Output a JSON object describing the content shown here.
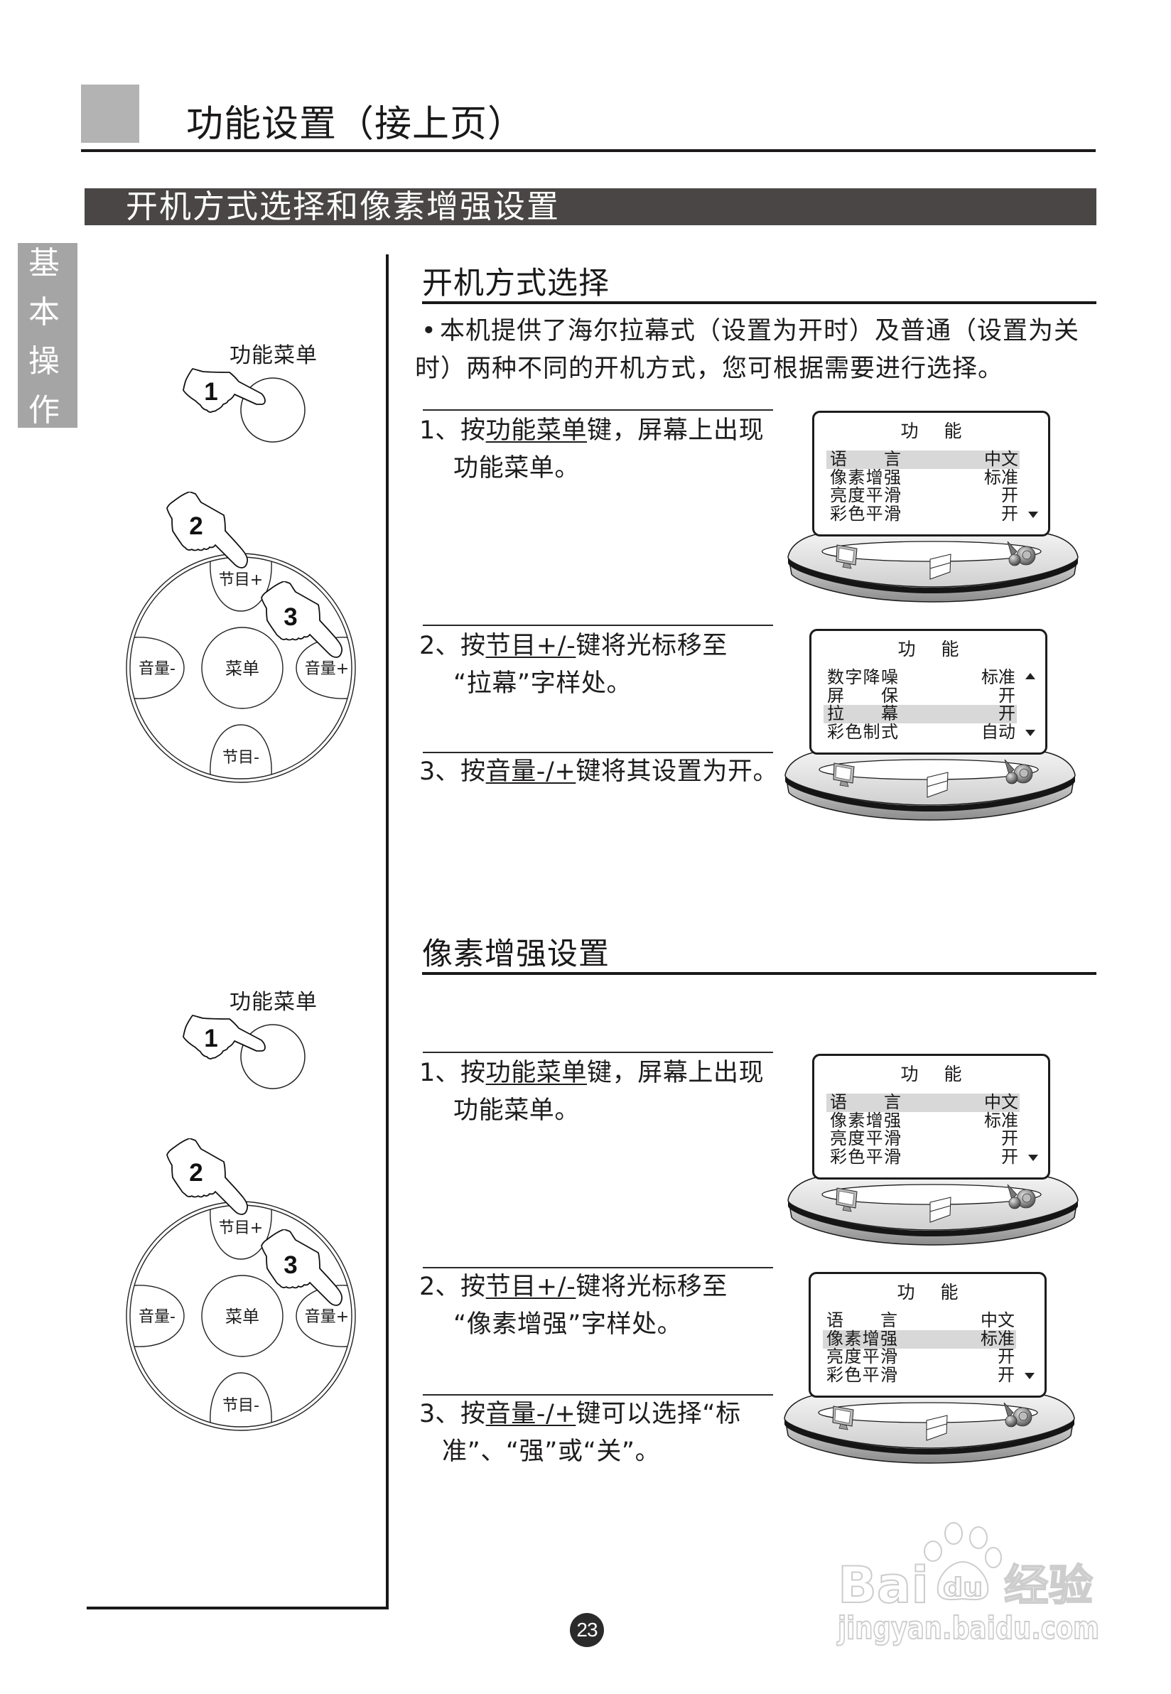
{
  "header": {
    "title": "功能设置（接上页）",
    "section_banner": "开机方式选择和像素增强设置"
  },
  "side_tab": {
    "chars": [
      "基",
      "本",
      "操",
      "作"
    ]
  },
  "remote_panels": [
    {
      "menu_button_label": "功能菜单",
      "hand_steps": [
        "1",
        "2",
        "3"
      ],
      "dpad": {
        "up": "节目+",
        "down": "节目-",
        "left": "音量-",
        "right": "音量+",
        "center": "菜单"
      }
    },
    {
      "menu_button_label": "功能菜单",
      "hand_steps": [
        "1",
        "2",
        "3"
      ],
      "dpad": {
        "up": "节目+",
        "down": "节目-",
        "left": "音量-",
        "right": "音量+",
        "center": "菜单"
      }
    }
  ],
  "sections": [
    {
      "heading": "开机方式选择",
      "intro": {
        "bullet": "•",
        "lines": [
          "本机提供了海尔拉幕式（设置为开时）及普通（设置为关",
          "时）两种不同的开机方式，您可根据需要进行选择。"
        ]
      },
      "steps": [
        {
          "num": "1、",
          "pre": "按",
          "key": "功能菜单",
          "post": "键，屏幕上出现",
          "cont": "功能菜单。"
        },
        {
          "num": "2、",
          "pre": "按",
          "key": "节目+/-",
          "post": "键将光标移至",
          "cont": "“拉幕”字样处。"
        },
        {
          "num": "3、",
          "pre": "按",
          "key": "音量-/+",
          "post": "键将其设置为开。",
          "cont": ""
        }
      ],
      "menus": [
        {
          "title": "功能",
          "rows": [
            {
              "label": "语言",
              "value": "中文",
              "highlighted": true,
              "arrow": "none"
            },
            {
              "label": "像素增强",
              "value": "标准",
              "highlighted": false,
              "arrow": "none"
            },
            {
              "label": "亮度平滑",
              "value": "开",
              "highlighted": false,
              "arrow": "none"
            },
            {
              "label": "彩色平滑",
              "value": "开",
              "highlighted": false,
              "arrow": "down"
            }
          ]
        },
        {
          "title": "功能",
          "rows": [
            {
              "label": "数字降噪",
              "value": "标准",
              "highlighted": false,
              "arrow": "up"
            },
            {
              "label": "屏保",
              "value": "开",
              "highlighted": false,
              "arrow": "none"
            },
            {
              "label": "拉幕",
              "value": "开",
              "highlighted": true,
              "arrow": "none"
            },
            {
              "label": "彩色制式",
              "value": "自动",
              "highlighted": false,
              "arrow": "down"
            }
          ]
        }
      ]
    },
    {
      "heading": "像素增强设置",
      "steps": [
        {
          "num": "1、",
          "pre": "按",
          "key": "功能菜单",
          "post": "键，屏幕上出现",
          "cont": "功能菜单。"
        },
        {
          "num": "2、",
          "pre": "按",
          "key": "节目+/-",
          "post": "键将光标移至",
          "cont": "“像素增强”字样处。"
        },
        {
          "num": "3、",
          "pre": "按",
          "key": "音量-/+",
          "post": "键可以选择“标",
          "cont": "准”、“强”或“关”。"
        }
      ],
      "menus": [
        {
          "title": "功能",
          "rows": [
            {
              "label": "语言",
              "value": "中文",
              "highlighted": true,
              "arrow": "none"
            },
            {
              "label": "像素增强",
              "value": "标准",
              "highlighted": false,
              "arrow": "none"
            },
            {
              "label": "亮度平滑",
              "value": "开",
              "highlighted": false,
              "arrow": "none"
            },
            {
              "label": "彩色平滑",
              "value": "开",
              "highlighted": false,
              "arrow": "down"
            }
          ]
        },
        {
          "title": "功能",
          "rows": [
            {
              "label": "语言",
              "value": "中文",
              "highlighted": false,
              "arrow": "none"
            },
            {
              "label": "像素增强",
              "value": "标准",
              "highlighted": true,
              "arrow": "none"
            },
            {
              "label": "亮度平滑",
              "value": "开",
              "highlighted": false,
              "arrow": "none"
            },
            {
              "label": "彩色平滑",
              "value": "开",
              "highlighted": false,
              "arrow": "down"
            }
          ]
        }
      ]
    }
  ],
  "page_number": "23",
  "watermark": {
    "brand_left": "Bai",
    "brand_paw": "du",
    "product": "经验",
    "url": "jingyan.baidu.com"
  }
}
